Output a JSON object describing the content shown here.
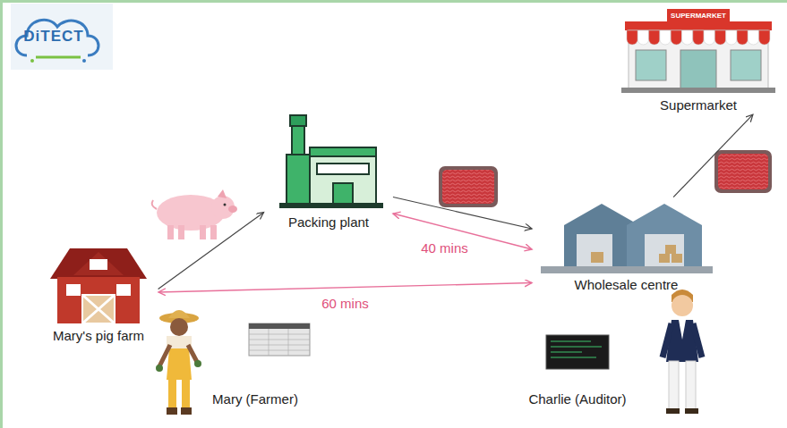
{
  "diagram": {
    "nodes": [
      {
        "text": [
          "Packing plant"
        ]
      },
      {
        "text": [
          "Supermarket"
        ]
      },
      {
        "text": [
          "Wholesale centre"
        ]
      },
      {
        "text": [
          "Mary's pig farm"
        ]
      }
    ],
    "edges": [
      {
        "from": 3,
        "to": 0,
        "arrow": "to"
      },
      {
        "from": 0,
        "to": 2,
        "arrow": "to"
      },
      {
        "from": 0,
        "to": 2,
        "label": "40 mins",
        "arrow": "both"
      },
      {
        "from": 3,
        "to": 2,
        "label": "60 mins",
        "arrow": "both"
      },
      {
        "from": 2,
        "to": 1,
        "arrow": "to"
      }
    ],
    "labels": [
      "DiTECT",
      "SUPERMARKET",
      "Mary (Farmer)",
      "Charlie (Auditor)"
    ]
  }
}
